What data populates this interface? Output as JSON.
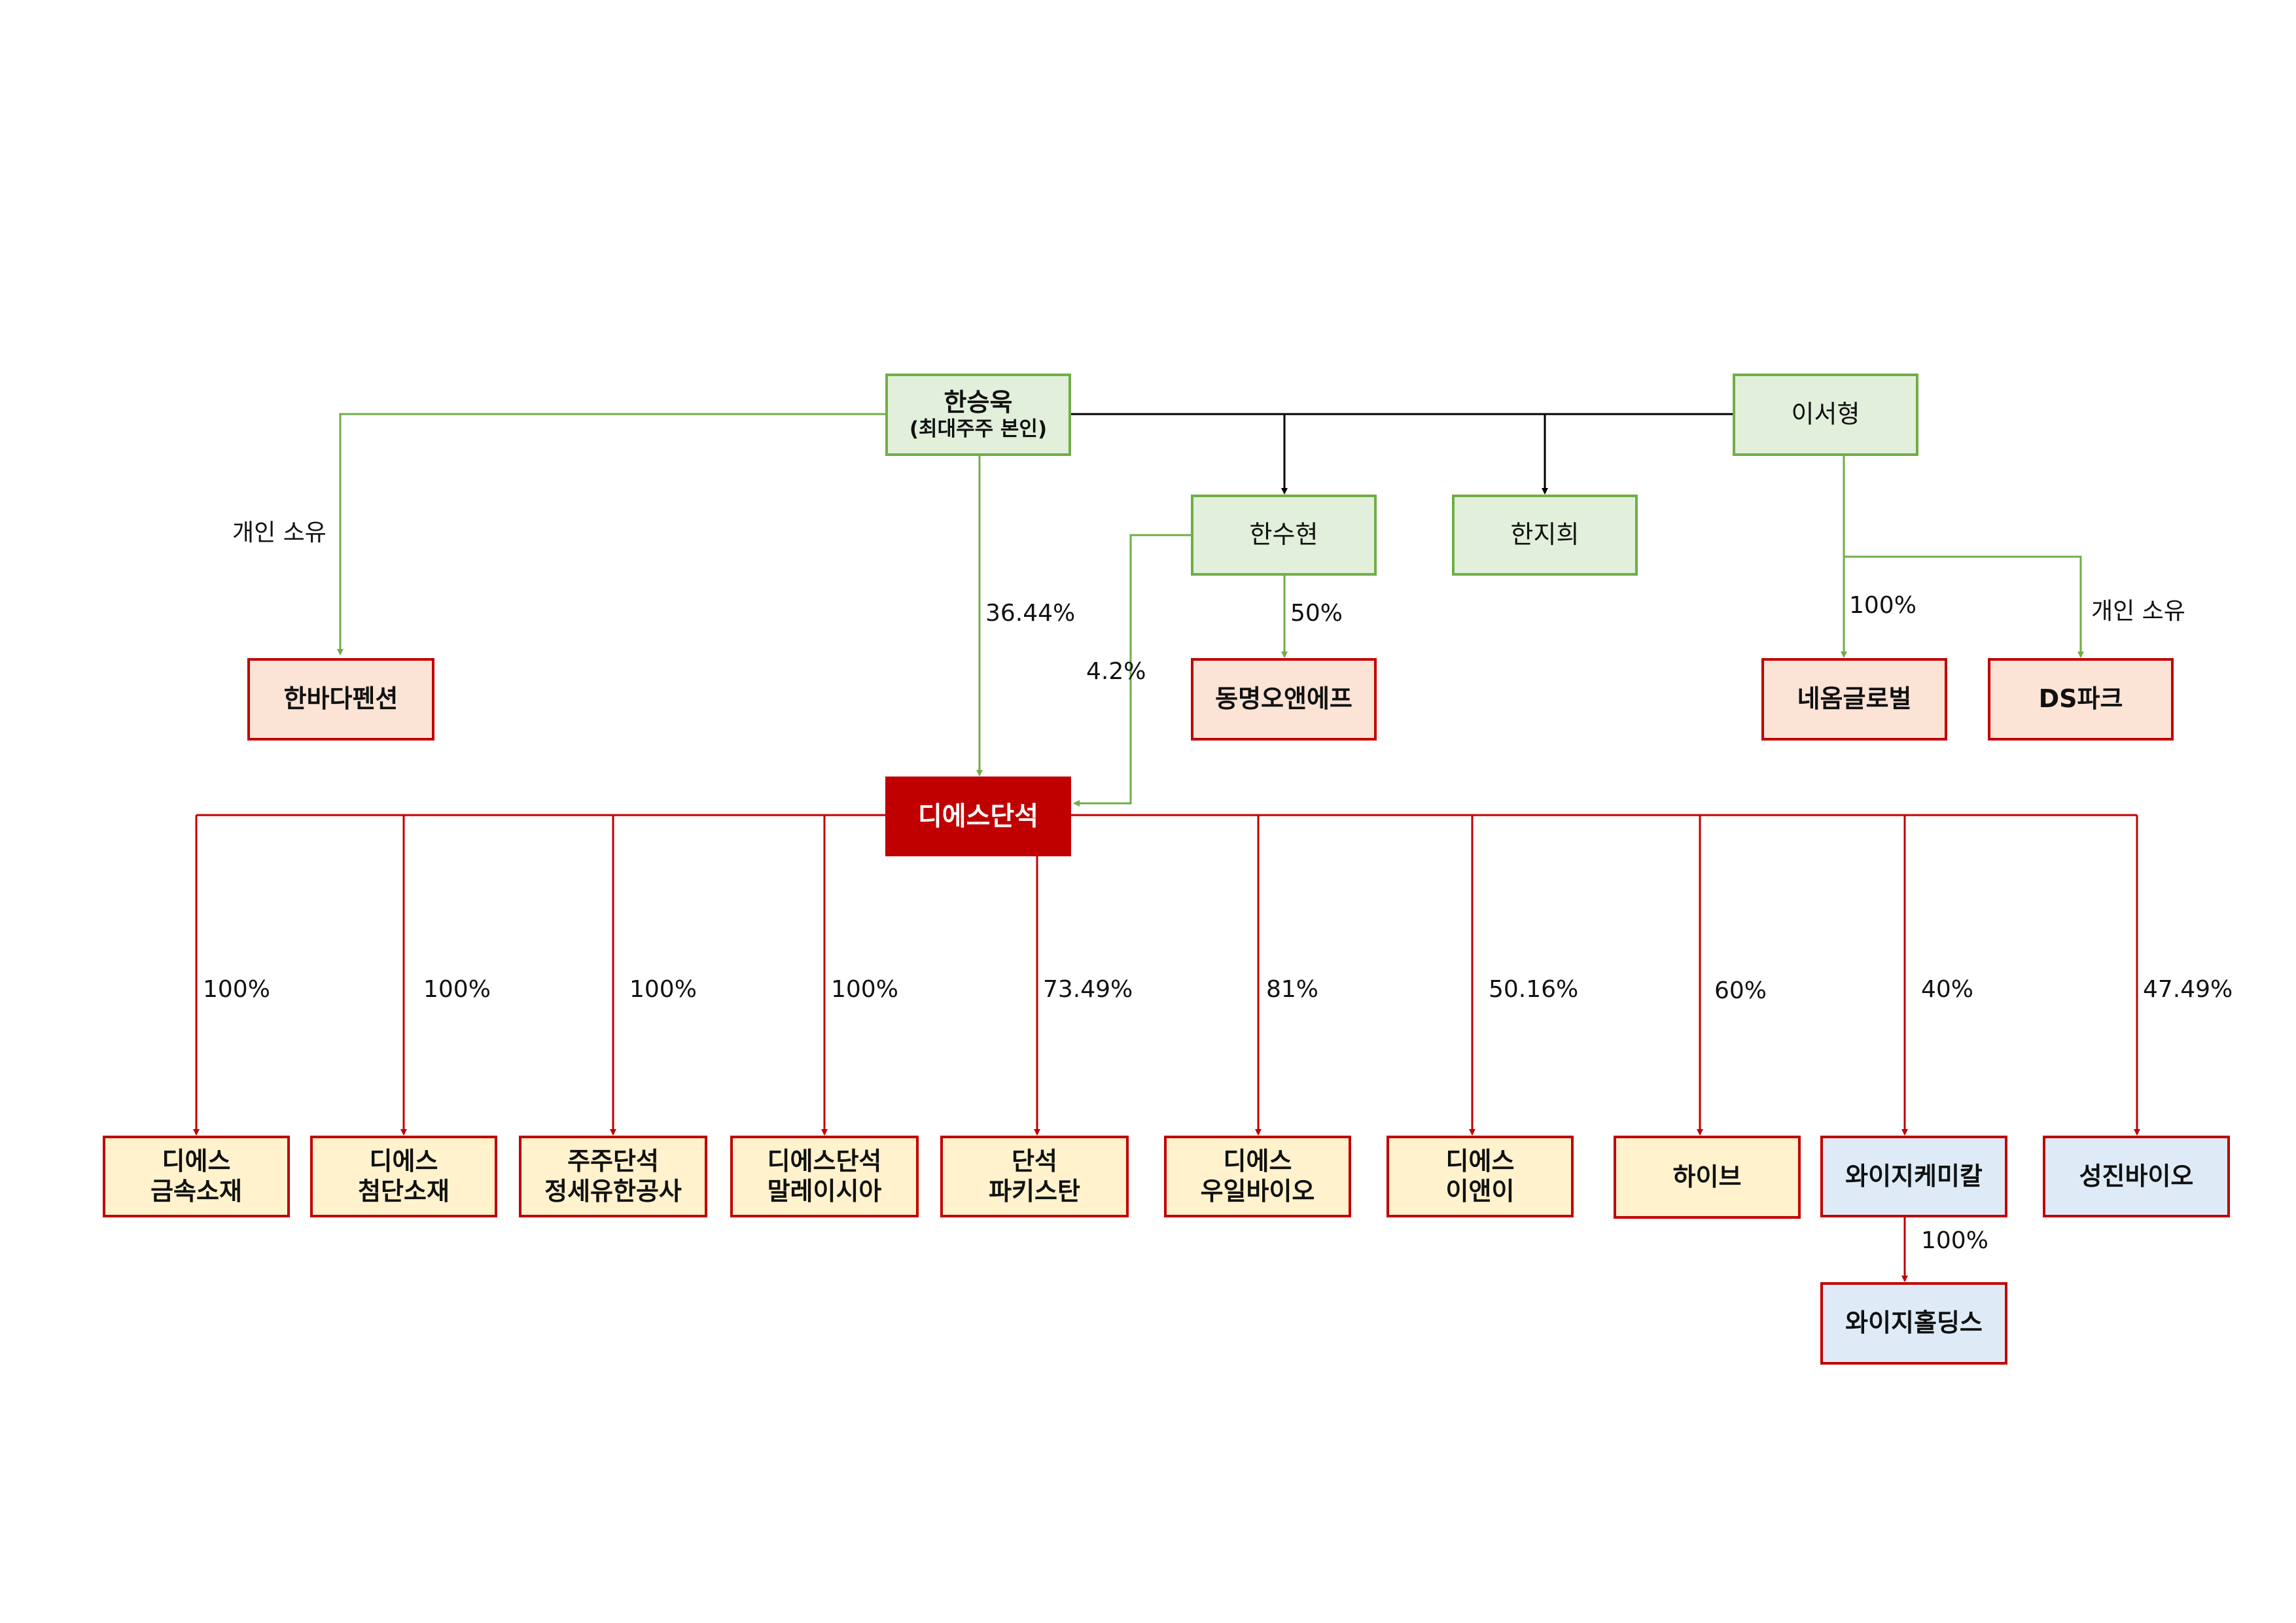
{
  "people": {
    "main": {
      "name": "한승욱",
      "note": "(최대주주 본인)"
    },
    "spouse": "이서형",
    "child1": "한수현",
    "child2": "한지희"
  },
  "core": "디에스단석",
  "personal_companies": {
    "hanbada": "한바다펜션",
    "dongmyeong": "동명오앤에프",
    "neom": "네옴글로벌",
    "dspark": "DS파크"
  },
  "subsidiaries": [
    {
      "l1": "디에스",
      "l2": "금속소재",
      "pct": "100%"
    },
    {
      "l1": "디에스",
      "l2": "첨단소재",
      "pct": "100%"
    },
    {
      "l1": "주주단석",
      "l2": "정세유한공사",
      "pct": "100%"
    },
    {
      "l1": "디에스단석",
      "l2": "말레이시아",
      "pct": "100%"
    },
    {
      "l1": "단석",
      "l2": "파키스탄",
      "pct": "73.49%"
    },
    {
      "l1": "디에스",
      "l2": "우일바이오",
      "pct": "81%"
    },
    {
      "l1": "디에스",
      "l2": "이앤이",
      "pct": "50.16%"
    },
    {
      "l1": "하이브",
      "l2": "",
      "pct": "60%"
    },
    {
      "l1": "와이지케미칼",
      "l2": "",
      "pct": "40%"
    },
    {
      "l1": "성진바이오",
      "l2": "",
      "pct": "47.49%"
    }
  ],
  "grandchild": {
    "name": "와이지홀딩스",
    "pct": "100%"
  },
  "labels": {
    "hanbada": "개인 소유",
    "main_to_core": "36.44%",
    "child1_to_core": "4.2%",
    "child1_to_dongmyeong": "50%",
    "spouse_to_neom": "100%",
    "spouse_to_dspark": "개인 소유"
  },
  "colors": {
    "green_line": "#70ad47",
    "red_line": "#c00000",
    "black_line": "#000000"
  }
}
